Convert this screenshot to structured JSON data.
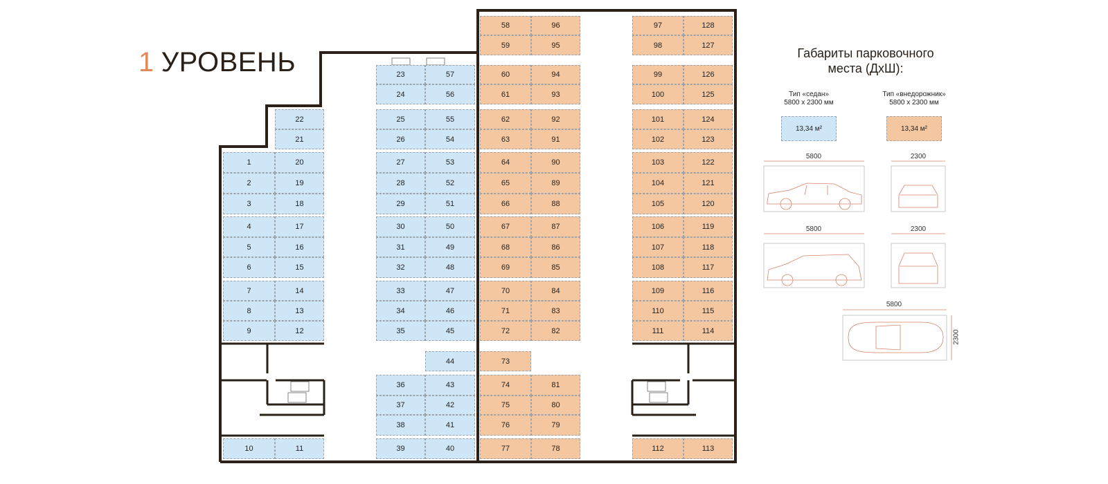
{
  "title": {
    "level_number": "1",
    "level_label": "УРОВЕНЬ"
  },
  "colors": {
    "sedan": "#cfe6f7",
    "suv": "#f5c7a0",
    "accent": "#e0895a",
    "wall": "#2a2018",
    "drawing": "#d9826a"
  },
  "spots": {
    "sedan": [
      "1",
      "2",
      "3",
      "4",
      "5",
      "6",
      "7",
      "8",
      "9",
      "10",
      "11",
      "12",
      "13",
      "14",
      "15",
      "16",
      "17",
      "18",
      "19",
      "20",
      "21",
      "22",
      "23",
      "24",
      "25",
      "26",
      "27",
      "28",
      "29",
      "30",
      "31",
      "32",
      "33",
      "34",
      "35",
      "36",
      "37",
      "38",
      "39",
      "40",
      "41",
      "42",
      "43",
      "44",
      "45",
      "46",
      "47",
      "48",
      "49",
      "50",
      "51",
      "52",
      "53",
      "54",
      "55",
      "56",
      "57"
    ],
    "suv": [
      "58",
      "59",
      "60",
      "61",
      "62",
      "63",
      "64",
      "65",
      "66",
      "67",
      "68",
      "69",
      "70",
      "71",
      "72",
      "73",
      "74",
      "75",
      "76",
      "77",
      "78",
      "79",
      "80",
      "81",
      "82",
      "83",
      "84",
      "85",
      "86",
      "87",
      "88",
      "89",
      "90",
      "91",
      "92",
      "93",
      "94",
      "95",
      "96",
      "97",
      "98",
      "99",
      "100",
      "101",
      "102",
      "103",
      "104",
      "105",
      "106",
      "107",
      "108",
      "109",
      "110",
      "111",
      "112",
      "113",
      "114",
      "115",
      "116",
      "117",
      "118",
      "119",
      "120",
      "121",
      "122",
      "123",
      "124",
      "125",
      "126",
      "127",
      "128"
    ]
  },
  "legend": {
    "title_line1": "Габариты парковочного",
    "title_line2": "места (ДхШ):",
    "sedan_type": "Тип «седан»",
    "sedan_size": "5800 х 2300 мм",
    "sedan_area": "13,34 м²",
    "suv_type": "Тип «внедорожник»",
    "suv_size": "5800 х 2300 мм",
    "suv_area": "13,34 м²",
    "dim_length": "5800",
    "dim_width": "2300"
  }
}
